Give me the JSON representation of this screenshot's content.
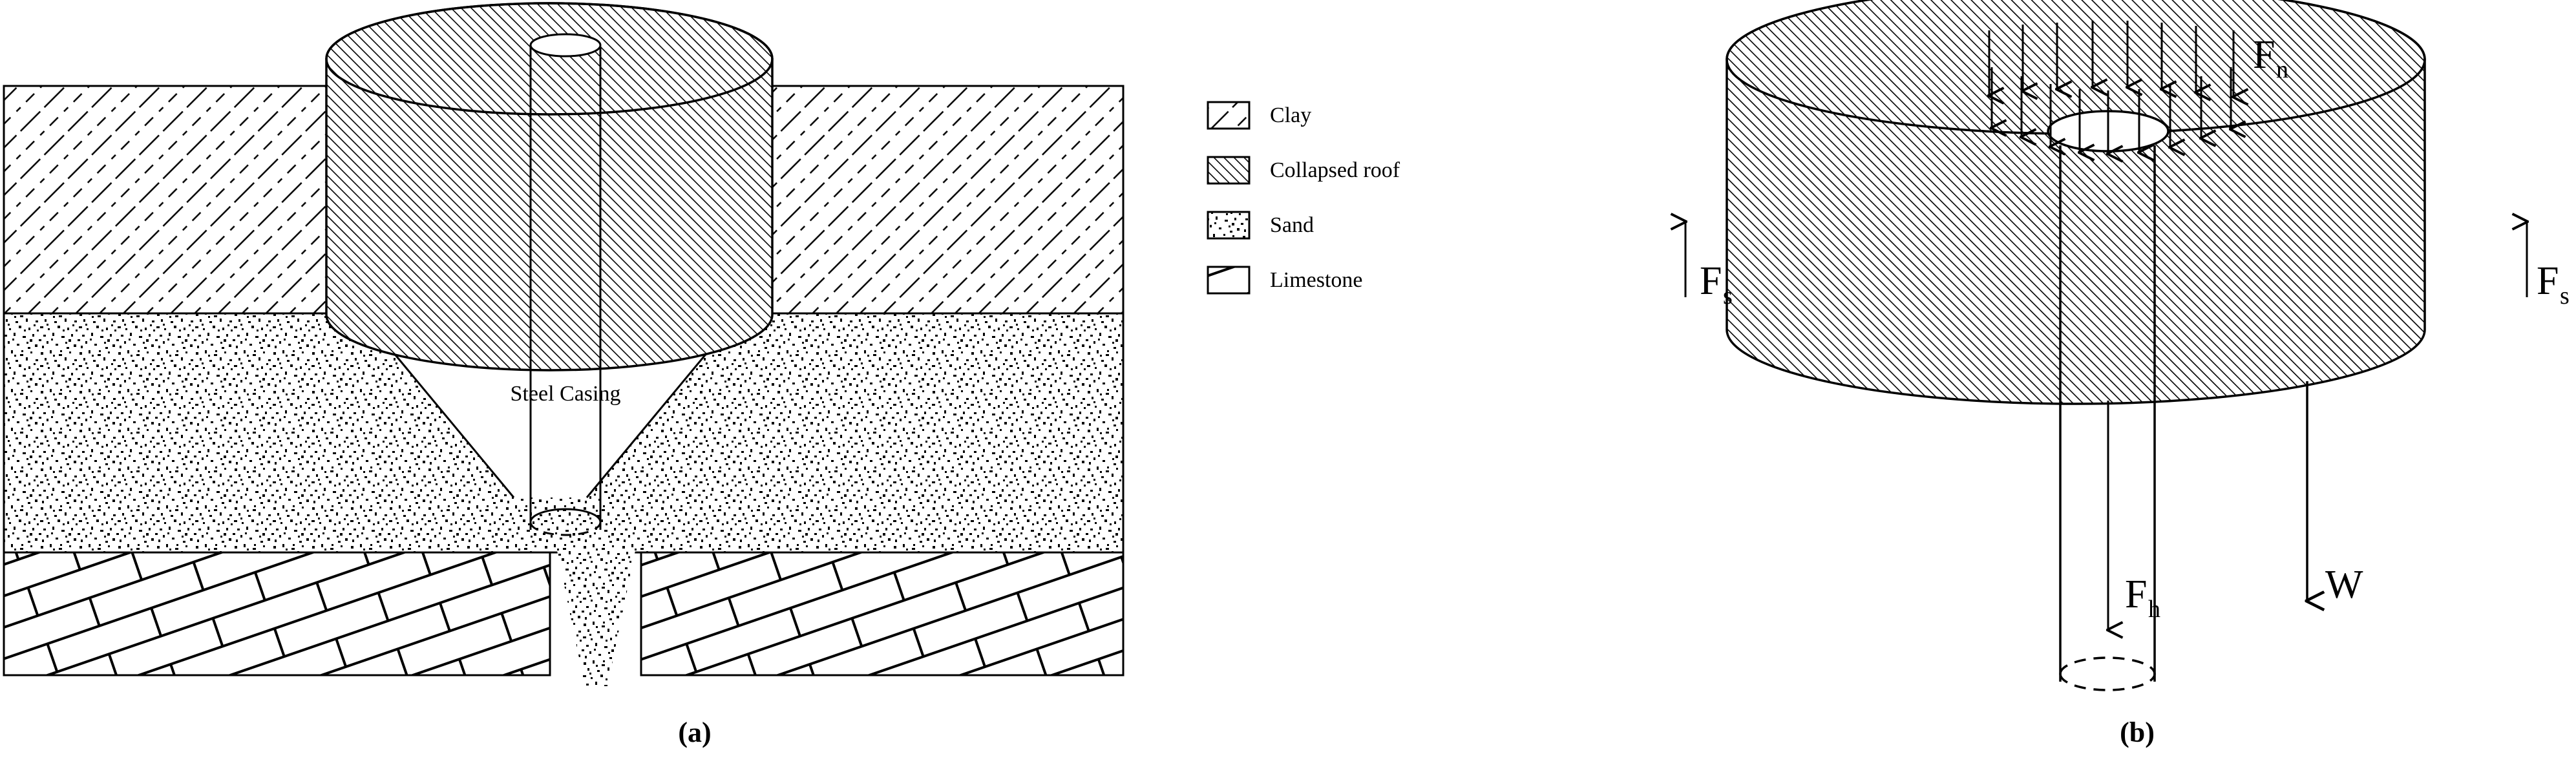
{
  "figure": {
    "panels": [
      {
        "id": "a",
        "caption": "(a)"
      },
      {
        "id": "b",
        "caption": "(b)"
      }
    ]
  },
  "legend": {
    "items": [
      {
        "key": "clay",
        "label": "Clay",
        "pattern": "sparse-diagonal-dashes"
      },
      {
        "key": "collapsed_roof",
        "label": "Collapsed roof",
        "pattern": "dense-diagonal-hatch"
      },
      {
        "key": "sand",
        "label": "Sand",
        "pattern": "stipple-dots"
      },
      {
        "key": "limestone",
        "label": "Limestone",
        "pattern": "tilted-brick"
      }
    ]
  },
  "panel_a": {
    "layers": [
      {
        "key": "clay",
        "name": "Clay"
      },
      {
        "key": "sand",
        "name": "Sand"
      },
      {
        "key": "limestone",
        "name": "Limestone"
      }
    ],
    "annotations": [
      {
        "key": "steel_casing",
        "label": "Steel Casing"
      }
    ],
    "features": [
      {
        "key": "collapsed-roof-cylinder"
      },
      {
        "key": "borehole-opening"
      },
      {
        "key": "sand-funnel-cone"
      },
      {
        "key": "casing-pipe"
      },
      {
        "key": "cavity-throat"
      }
    ]
  },
  "panel_b": {
    "force_labels": [
      {
        "key": "Fn",
        "base": "F",
        "sub": "n",
        "direction": "down",
        "description": "normal load on collapsed roof top"
      },
      {
        "key": "Fs_left",
        "base": "F",
        "sub": "s",
        "direction": "up",
        "description": "side shear resistance left"
      },
      {
        "key": "Fs_right",
        "base": "F",
        "sub": "s",
        "direction": "up",
        "description": "side shear resistance right"
      },
      {
        "key": "Fh",
        "base": "F",
        "sub": "h",
        "direction": "down",
        "description": "hydraulic force in casing"
      },
      {
        "key": "W",
        "base": "W",
        "sub": "",
        "direction": "down",
        "description": "weight of collapsed roof block"
      }
    ],
    "features": [
      {
        "key": "collapsed-roof-cylinder"
      },
      {
        "key": "borehole-opening"
      },
      {
        "key": "casing-pipe"
      },
      {
        "key": "load-arrow-array"
      }
    ]
  },
  "colors": {
    "stroke": "#000000",
    "fill": "#ffffff",
    "background": "#ffffff"
  }
}
